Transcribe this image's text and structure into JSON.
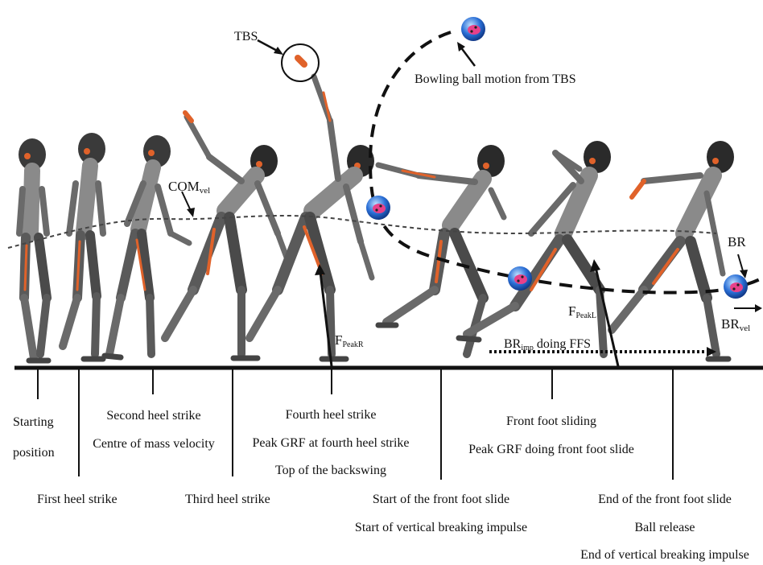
{
  "annotations": {
    "tbs": "TBS",
    "ball_motion": "Bowling ball motion from TBS",
    "com_main": "COM",
    "com_sub": "vel",
    "fpeakr_main": "F",
    "fpeakr_sub": "PeakR",
    "fpeakl_main": "F",
    "fpeakl_sub": "PeakL",
    "brimp_main": "BR",
    "brimp_sub": "imp",
    "brimp_rest": " doing FFS",
    "br": "BR",
    "brvel_main": "BR",
    "brvel_sub": "vel"
  },
  "events": {
    "starting_position_1": "Starting",
    "starting_position_2": "position",
    "first_heel_strike": "First heel strike",
    "second_heel_strike": "Second heel strike",
    "com_velocity": "Centre of mass velocity",
    "third_heel_strike": "Third heel strike",
    "fourth_heel_strike": "Fourth heel strike",
    "peak_grf_fourth": "Peak GRF at fourth heel strike",
    "top_backswing": "Top of the backswing",
    "start_front_foot_slide": "Start of the front foot slide",
    "start_vertical_braking": "Start of vertical breaking impulse",
    "front_foot_sliding": "Front foot sliding",
    "peak_grf_front_slide": "Peak GRF doing front foot slide",
    "end_front_foot_slide": "End of the front foot slide",
    "ball_release": "Ball release",
    "end_vertical_braking": "End of vertical breaking impulse"
  },
  "colors": {
    "body_grey": "#8a8a8a",
    "body_dark": "#4a4a4a",
    "accent_orange": "#e0622a",
    "ball_blue": "#2a6fd6",
    "ball_pink": "#e8418a"
  }
}
